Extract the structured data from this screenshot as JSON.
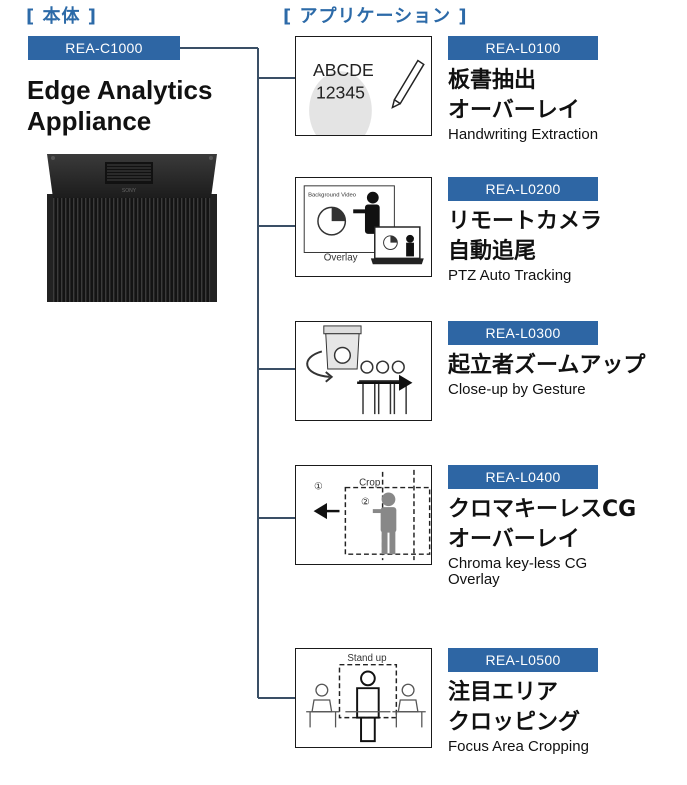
{
  "headers": {
    "main": "[ 本体 ]",
    "apps": "[ アプリケーション ]"
  },
  "main_unit": {
    "model": "REA-C1000",
    "title_line1": "Edge Analytics",
    "title_line2": "Appliance",
    "brand": "SONY"
  },
  "apps": [
    {
      "model": "REA-L0100",
      "jp_line1": "板書抽出",
      "jp_line2": "オーバーレイ",
      "en": "Handwriting Extraction",
      "thumb": {
        "line1": "ABCDE",
        "line2": "12345"
      }
    },
    {
      "model": "REA-L0200",
      "jp_line1": "リモートカメラ",
      "jp_line2": "自動追尾",
      "en": "PTZ Auto Tracking",
      "thumb": {
        "bg_label": "Background Video",
        "overlay_label": "Overlay"
      }
    },
    {
      "model": "REA-L0300",
      "jp_line1": "起立者ズームアップ",
      "jp_line2": "",
      "en": "Close-up by Gesture"
    },
    {
      "model": "REA-L0400",
      "jp_line1": "クロマキーレスCG",
      "jp_line2": "オーバーレイ",
      "en_line1": "Chroma key-less CG",
      "en_line2": "Overlay",
      "thumb": {
        "crop_label": "Crop",
        "step1": "①",
        "step2": "②"
      }
    },
    {
      "model": "REA-L0500",
      "jp_line1": "注目エリア",
      "jp_line2": "クロッピング",
      "en": "Focus Area Cropping",
      "thumb": {
        "label": "Stand up"
      }
    }
  ],
  "colors": {
    "accent": "#2e66a4",
    "heading": "#2c6aa8",
    "line": "#3a4f66"
  }
}
